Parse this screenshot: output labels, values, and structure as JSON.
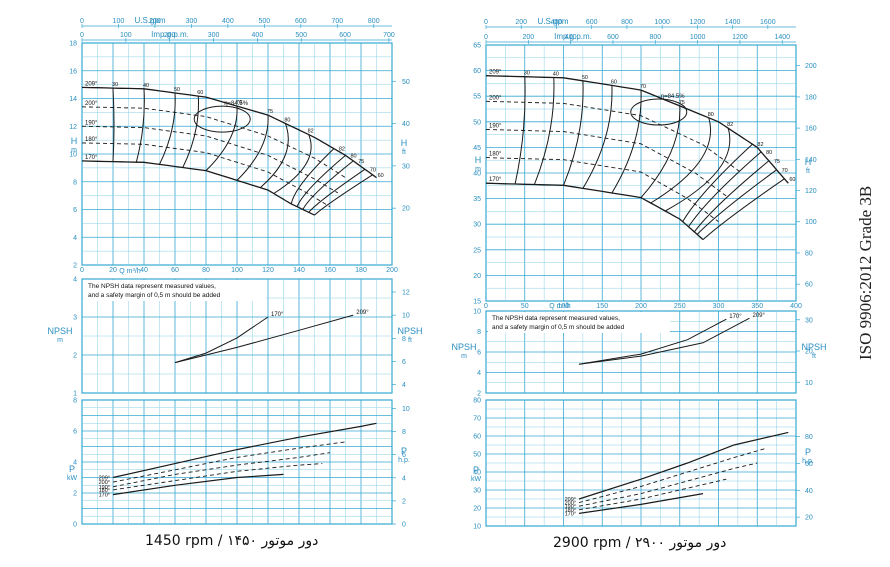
{
  "colors": {
    "grid": "#36a8d2",
    "gridLight": "#8ad0e6",
    "axisText": "#2a8fc0",
    "curve": "#1a1a1a",
    "text": "#111111"
  },
  "side_label": "ISO 9906:2012 Grade 3B",
  "note": [
    "The NPSH data represent measured values,",
    "and a safety margin of 0,5 m should be added"
  ],
  "charts": [
    {
      "caption": "1450 rpm / ۱۴۵۰ دور موتور",
      "top_axis_us": {
        "label": "U.S.gpm",
        "ticks": [
          0,
          100,
          200,
          300,
          400,
          500,
          600,
          700,
          800
        ]
      },
      "top_axis_imp": {
        "label": "Imp.g.p.m.",
        "ticks": [
          0,
          100,
          200,
          300,
          400,
          500,
          600,
          700
        ]
      },
      "q_axis": {
        "label": "Q m³/h",
        "ticks": [
          0,
          20,
          40,
          60,
          80,
          100,
          120,
          140,
          160,
          180,
          200
        ]
      },
      "head": {
        "ylabel": "H",
        "yunit": "m",
        "ylim": [
          2,
          18
        ],
        "left_ticks": [
          2,
          4,
          6,
          8,
          10,
          12,
          14,
          16,
          18
        ],
        "ft_label": "H",
        "ft_unit": "ft",
        "ft_ticks": [
          20,
          30,
          40,
          50
        ]
      },
      "npsh": {
        "ylabel": "NPSH",
        "yunit": "m",
        "ylim": [
          1,
          4
        ],
        "left_ticks": [
          1,
          2,
          3,
          4
        ],
        "ft_label": "NPSH",
        "ft_unit": "ft",
        "ft_ticks": [
          4,
          6,
          8,
          10,
          12
        ]
      },
      "power": {
        "ylabel": "P",
        "yunit": "kW",
        "ylim": [
          0,
          8
        ],
        "left_ticks": [
          0,
          2,
          4,
          6,
          8
        ],
        "hp_label": "P",
        "hp_unit": "h.p.",
        "hp_ticks": [
          0,
          2,
          4,
          6,
          8,
          10
        ]
      },
      "impeller_labels": [
        "209°",
        "200°",
        "190°",
        "180°",
        "170°"
      ],
      "eff_labels": [
        "30",
        "40",
        "50",
        "60",
        "70",
        "75",
        "80",
        "82"
      ],
      "eff_right_labels": [
        "82",
        "80",
        "75",
        "70",
        "60"
      ],
      "eta_label": "η=84.5%",
      "npsh_labels": [
        "170°",
        "209°"
      ],
      "chart_data": {
        "type": "line",
        "xlabel": "Q m³/h",
        "head_curves": [
          {
            "name": "209°",
            "x": [
              0,
              40,
              80,
              120,
              150,
              170,
              190
            ],
            "y": [
              14.8,
              14.7,
              14.1,
              12.8,
              11.2,
              9.9,
              8.3
            ]
          },
          {
            "name": "200°",
            "x": [
              0,
              40,
              80,
              120,
              150,
              170
            ],
            "y": [
              13.4,
              13.3,
              12.7,
              11.3,
              9.7,
              8.3
            ]
          },
          {
            "name": "190°",
            "x": [
              0,
              40,
              80,
              120,
              150,
              165
            ],
            "y": [
              12.0,
              11.9,
              11.3,
              9.9,
              8.2,
              7.2
            ]
          },
          {
            "name": "180°",
            "x": [
              0,
              40,
              80,
              120,
              145,
              160
            ],
            "y": [
              10.8,
              10.7,
              10.1,
              8.7,
              7.2,
              6.2
            ]
          },
          {
            "name": "170°",
            "x": [
              0,
              40,
              80,
              120,
              135,
              150
            ],
            "y": [
              9.5,
              9.4,
              8.8,
              7.4,
              6.4,
              5.6
            ]
          }
        ],
        "npsh_curves": [
          {
            "name": "170°",
            "x": [
              60,
              80,
              100,
              120
            ],
            "y": [
              1.8,
              2.05,
              2.45,
              3.0
            ]
          },
          {
            "name": "209°",
            "x": [
              60,
              100,
              140,
              175
            ],
            "y": [
              1.8,
              2.2,
              2.65,
              3.05
            ]
          }
        ],
        "power_curves": [
          {
            "name": "209°",
            "x": [
              20,
              60,
              100,
              140,
              180,
              190
            ],
            "y": [
              3.0,
              3.9,
              4.8,
              5.6,
              6.3,
              6.5
            ]
          },
          {
            "name": "200°",
            "x": [
              20,
              60,
              100,
              140,
              170
            ],
            "y": [
              2.7,
              3.5,
              4.3,
              4.9,
              5.3
            ]
          },
          {
            "name": "190°",
            "x": [
              20,
              60,
              100,
              140,
              160
            ],
            "y": [
              2.4,
              3.2,
              3.8,
              4.3,
              4.6
            ]
          },
          {
            "name": "180°",
            "x": [
              20,
              60,
              100,
              140,
              155
            ],
            "y": [
              2.2,
              2.8,
              3.4,
              3.8,
              3.9
            ]
          },
          {
            "name": "170°",
            "x": [
              20,
              60,
              100,
              130
            ],
            "y": [
              1.9,
              2.5,
              3.0,
              3.2
            ]
          }
        ]
      }
    },
    {
      "caption": "2900 rpm / ۲۹۰۰ دور موتور",
      "top_axis_us": {
        "label": "U.S.gpm",
        "ticks": [
          0,
          200,
          400,
          600,
          800,
          1000,
          1200,
          1400,
          1600
        ]
      },
      "top_axis_imp": {
        "label": "Imp.g.p.m.",
        "ticks": [
          0,
          200,
          400,
          600,
          800,
          1000,
          1200,
          1400
        ]
      },
      "q_axis": {
        "label": "Q m³/h",
        "ticks": [
          0,
          50,
          100,
          150,
          200,
          250,
          300,
          350,
          400
        ]
      },
      "head": {
        "ylabel": "H",
        "yunit": "m",
        "ylim": [
          15,
          65
        ],
        "left_ticks": [
          15,
          20,
          25,
          30,
          35,
          40,
          45,
          50,
          55,
          60,
          65
        ],
        "ft_label": "H",
        "ft_unit": "ft",
        "ft_ticks": [
          60,
          80,
          100,
          120,
          140,
          160,
          180,
          200
        ]
      },
      "npsh": {
        "ylabel": "NPSH",
        "yunit": "m",
        "ylim": [
          2,
          10
        ],
        "left_ticks": [
          2,
          4,
          6,
          8,
          10
        ],
        "ft_label": "NPSH",
        "ft_unit": "ft",
        "ft_ticks": [
          10,
          20,
          30
        ]
      },
      "power": {
        "ylabel": "P",
        "yunit": "kW",
        "ylim": [
          10,
          80
        ],
        "left_ticks": [
          10,
          20,
          30,
          40,
          50,
          60,
          70,
          80
        ],
        "hp_label": "P",
        "hp_unit": "h.p.",
        "hp_ticks": [
          20,
          40,
          60,
          80
        ]
      },
      "impeller_labels": [
        "209°",
        "200°",
        "190°",
        "180°",
        "170°"
      ],
      "eff_labels": [
        "30",
        "40",
        "50",
        "60",
        "70",
        "75",
        "80",
        "82"
      ],
      "eff_right_labels": [
        "82",
        "80",
        "75",
        "70",
        "60"
      ],
      "eta_label": "η=84.5%",
      "npsh_labels": [
        "170°",
        "209°"
      ],
      "chart_data": {
        "type": "line",
        "xlabel": "Q m³/h",
        "head_curves": [
          {
            "name": "209°",
            "x": [
              0,
              100,
              200,
              300,
              350,
              390
            ],
            "y": [
              59,
              58.6,
              56.2,
              50,
              45,
              38
            ]
          },
          {
            "name": "200°",
            "x": [
              0,
              100,
              200,
              280,
              330
            ],
            "y": [
              54,
              53.6,
              51.2,
              45.5,
              40
            ]
          },
          {
            "name": "190°",
            "x": [
              0,
              100,
              200,
              270,
              310
            ],
            "y": [
              48.5,
              48.1,
              45.7,
              40,
              35.5
            ]
          },
          {
            "name": "180°",
            "x": [
              0,
              100,
              200,
              260,
              300
            ],
            "y": [
              43,
              42.6,
              40.2,
              35,
              30.5
            ]
          },
          {
            "name": "170°",
            "x": [
              0,
              100,
              200,
              250,
              280
            ],
            "y": [
              38,
              37.6,
              35.2,
              31,
              27
            ]
          }
        ],
        "npsh_curves": [
          {
            "name": "170°",
            "x": [
              120,
              200,
              260,
              310
            ],
            "y": [
              4.8,
              5.8,
              7.2,
              9.2
            ]
          },
          {
            "name": "209°",
            "x": [
              120,
              200,
              280,
              340
            ],
            "y": [
              4.8,
              5.6,
              6.9,
              9.3
            ]
          }
        ],
        "power_curves": [
          {
            "name": "209°",
            "x": [
              120,
              200,
              260,
              320,
              390
            ],
            "y": [
              25,
              36,
              45,
              55,
              62
            ]
          },
          {
            "name": "200°",
            "x": [
              120,
              200,
              260,
              320,
              360
            ],
            "y": [
              23,
              32,
              40,
              48,
              53
            ]
          },
          {
            "name": "190°",
            "x": [
              120,
              200,
              260,
              320,
              350
            ],
            "y": [
              21,
              28,
              35,
              42,
              45
            ]
          },
          {
            "name": "180°",
            "x": [
              120,
              200,
              260,
              310
            ],
            "y": [
              19,
              25,
              31,
              36
            ]
          },
          {
            "name": "170°",
            "x": [
              120,
              200,
              240,
              280
            ],
            "y": [
              17,
              22,
              25,
              28
            ]
          }
        ]
      }
    }
  ]
}
